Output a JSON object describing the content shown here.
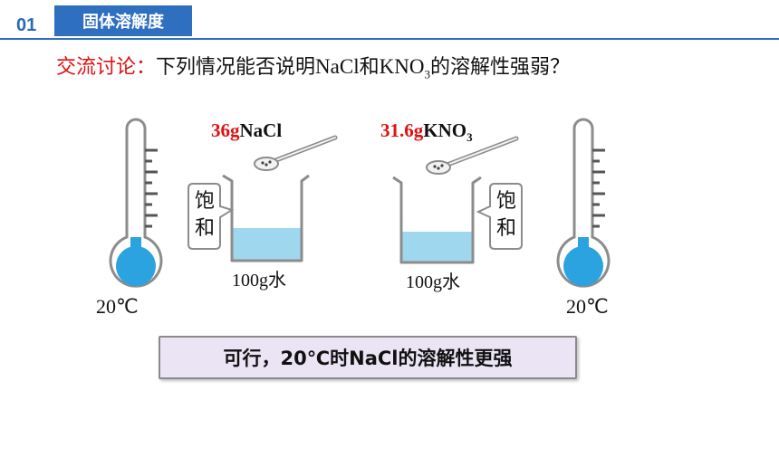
{
  "header": {
    "section_number": "01",
    "section_title": "固体溶解度"
  },
  "question": {
    "label": "交流讨论：",
    "text_before": "下列情况能否说明",
    "salt1": "NaCl",
    "connector": "和",
    "salt2_base": "KNO",
    "salt2_sub": "3",
    "text_after": "的溶解性强弱？"
  },
  "left_setup": {
    "salt_amount": "36g",
    "salt_name": "NaCl",
    "saturated_line1": "饱",
    "saturated_line2": "和",
    "water_amount": "100g",
    "water_word": "水",
    "temperature": "20℃"
  },
  "right_setup": {
    "salt_amount": "31.6g",
    "salt_name_base": "KNO",
    "salt_name_sub": "3",
    "saturated_line1": "饱",
    "saturated_line2": "和",
    "water_amount": "100g",
    "water_word": "水",
    "temperature": "20℃"
  },
  "answer": {
    "text": "可行，20℃时NaCl的溶解性更强"
  },
  "colors": {
    "accent_blue": "#2f6fc0",
    "highlight_red": "#e01010",
    "thermometer_blue": "#2aa3e0",
    "water_fill": "#9fd8ee",
    "answer_bg": "#ebe4f4"
  }
}
